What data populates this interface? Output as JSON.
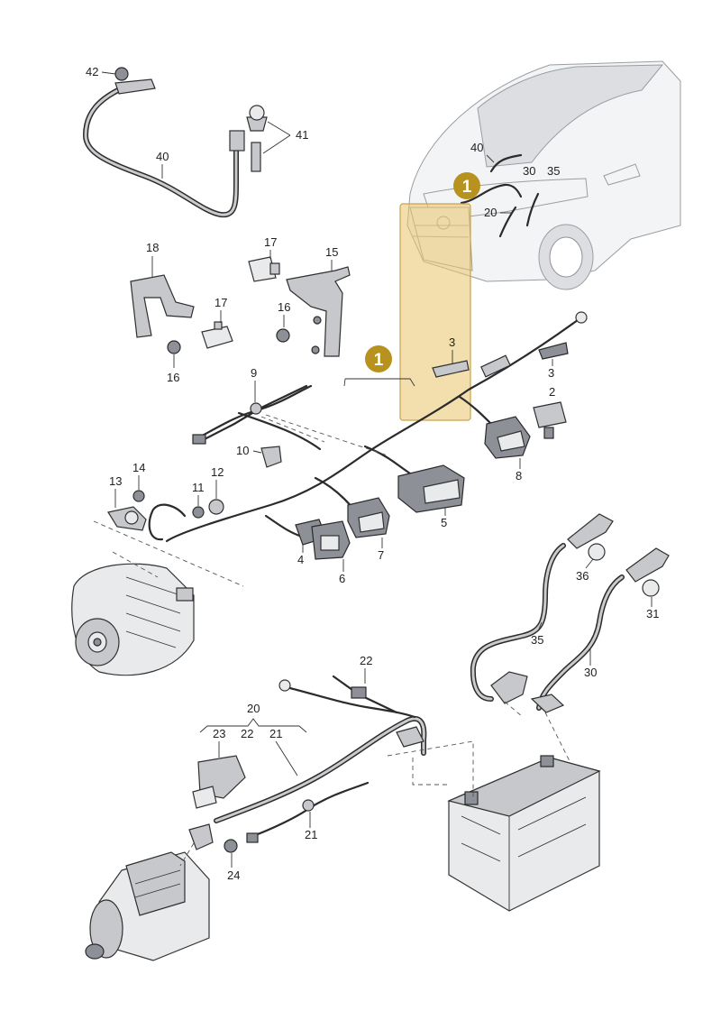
{
  "figure": {
    "labels": {
      "l42": "42",
      "l41": "41",
      "l40": "40",
      "l18": "18",
      "l17a": "17",
      "l15": "15",
      "l17b": "17",
      "l16a": "16",
      "l16b": "16",
      "l9": "9",
      "l3a": "3",
      "l3b": "3",
      "l2": "2",
      "l10": "10",
      "l8": "8",
      "l13": "13",
      "l14": "14",
      "l11": "11",
      "l12": "12",
      "l5": "5",
      "l4": "4",
      "l7": "7",
      "l6": "6",
      "l36": "36",
      "l31": "31",
      "l35": "35",
      "l30": "30",
      "l22a": "22",
      "l20": "20",
      "l23": "23",
      "l22b": "22",
      "l21a": "21",
      "l21b": "21",
      "l24": "24",
      "car40": "40",
      "car30": "30",
      "car35": "35",
      "car20": "20"
    },
    "callouts": {
      "top": "1",
      "main": "1"
    },
    "colors": {
      "highlight": "#e9c46a",
      "badge": "#b8921e",
      "line": "#2b2b2b"
    }
  }
}
